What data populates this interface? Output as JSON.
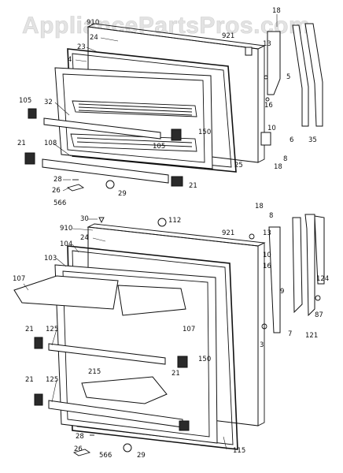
{
  "watermark": "AppliancePartsPros.com",
  "colors": {
    "line": "#111111",
    "background": "#ffffff",
    "watermark": "#e3e3e3"
  },
  "freezer_door_callouts": [
    "18",
    "910",
    "24",
    "921",
    "13",
    "23",
    "4",
    "5",
    "105",
    "32",
    "16",
    "150",
    "10",
    "6",
    "35",
    "105",
    "21",
    "108",
    "25",
    "8",
    "18",
    "28",
    "21",
    "26",
    "29",
    "566"
  ],
  "fresh_food_door_callouts": [
    "30",
    "112",
    "18",
    "910",
    "8",
    "921",
    "24",
    "104",
    "13",
    "103",
    "10",
    "107",
    "16",
    "124",
    "9",
    "87",
    "107",
    "21",
    "125",
    "3",
    "150",
    "7",
    "121",
    "215",
    "21",
    "125",
    "21",
    "28",
    "115",
    "26",
    "566",
    "29"
  ]
}
